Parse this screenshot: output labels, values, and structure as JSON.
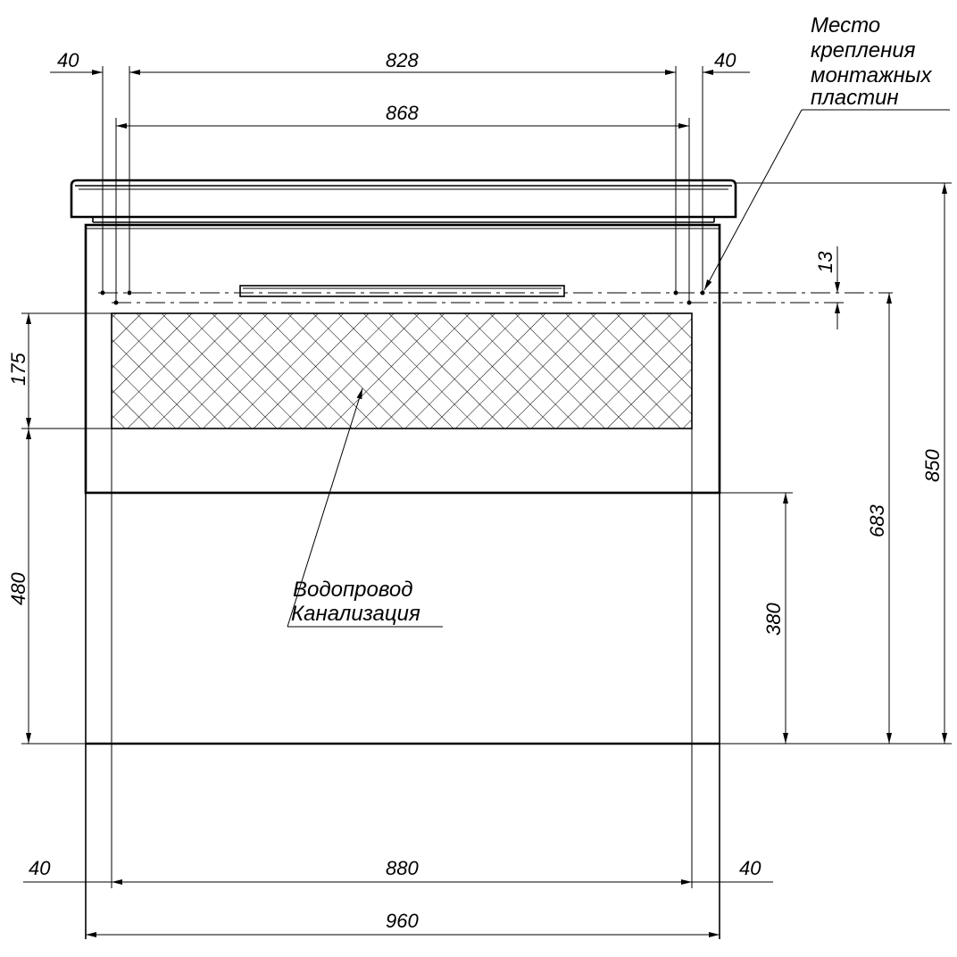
{
  "dimensions": {
    "top_left_offset": "40",
    "top_inner_width": "828",
    "top_right_offset": "40",
    "plate_spacing": "868",
    "mount_gap": "13",
    "hatch_height": "175",
    "floor_to_hatch": "480",
    "cabinet_bottom_height": "380",
    "mount_height": "683",
    "total_height": "850",
    "bottom_left_offset": "40",
    "bottom_inner_width": "880",
    "bottom_right_offset": "40",
    "overall_width": "960"
  },
  "annotations": {
    "mount_line1": "Место",
    "mount_line2": "крепления",
    "mount_line3": "монтажных",
    "mount_line4": "пластин",
    "utility_line1": "Водопровод",
    "utility_line2": "Канализация"
  },
  "colors": {
    "line": "#000000",
    "background": "#ffffff"
  }
}
